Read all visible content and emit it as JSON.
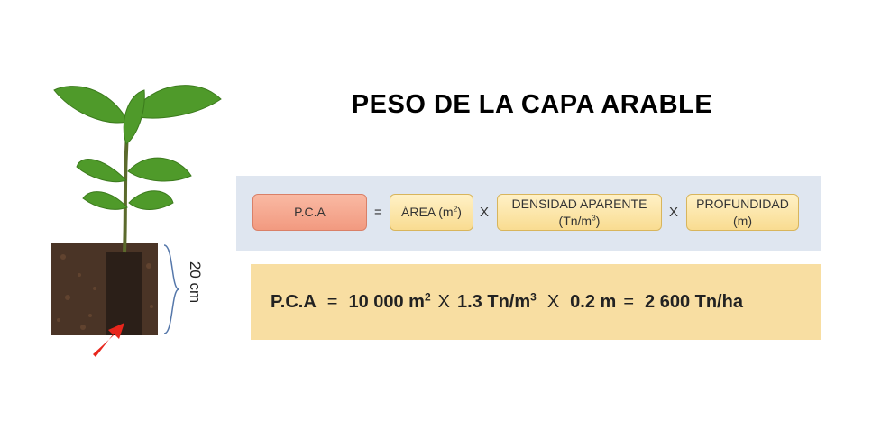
{
  "title": "PESO DE LA CAPA ARABLE",
  "depth_label": "20 cm",
  "formula": {
    "pca_label": "P.C.A",
    "equals": "=",
    "area_label": "ÁREA (m",
    "area_exp": "2",
    "area_close": ")",
    "times": "X",
    "density_line1": "DENSIDAD APARENTE",
    "density_line2_pre": "(Tn/m",
    "density_exp": "3",
    "density_line2_post": ")",
    "depth_line1": "PROFUNDIDAD",
    "depth_line2": "(m)"
  },
  "result": {
    "lhs": "P.C.A",
    "eq1": "=",
    "area_value": "10 000 m",
    "area_exp": "2",
    "times1": "X",
    "density_value": "1.3 Tn/m",
    "density_exp": "3",
    "times2": "X",
    "depth_value": "0.2 m",
    "eq2": "=",
    "total": "2 600 Tn/ha"
  },
  "colors": {
    "pca_box": "#f4a58c",
    "term_box": "#fbe3a2",
    "formula_panel": "#dfe6f0",
    "result_panel": "#f8dea2",
    "arrow": "#e8261c"
  }
}
